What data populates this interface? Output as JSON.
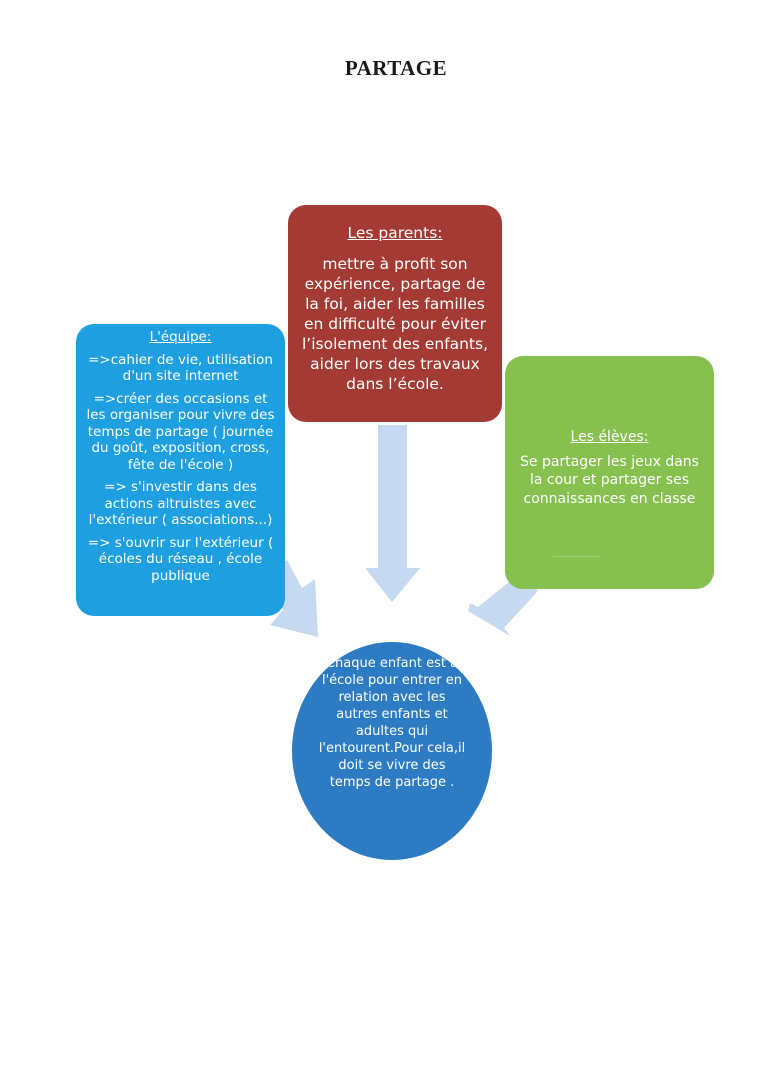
{
  "title": "PARTAGE",
  "colors": {
    "parents": "#a33a34",
    "equipe": "#1e9fe0",
    "eleves": "#86c04e",
    "center": "#2d7cc3",
    "arrow": "#c5d9f0"
  },
  "parents": {
    "heading": "Les parents:",
    "body": "mettre à profit son expérience, partage de la foi, aider les familles en difficulté pour éviter l’isolement des enfants, aider lors des travaux dans l’école."
  },
  "equipe": {
    "heading": "L'équipe:",
    "items": [
      "=>cahier de vie, utilisation d'un site internet",
      "=>créer des occasions et les organiser pour vivre des temps de partage ( journée du goût, exposition, cross, fête de l'école )",
      "=> s'investir dans des actions altruistes avec l'extérieur ( associations...)",
      "=> s'ouvrir sur l'extérieur ( écoles du réseau , école publique"
    ]
  },
  "eleves": {
    "heading": "Les élèves:",
    "body": "Se partager les jeux dans la cour et partager ses connaissances en classe"
  },
  "center": {
    "text": "Chaque enfant est à l'école pour entrer en relation avec les autres enfants et adultes qui l'entourent.Pour cela,il doit se vivre des temps de partage ."
  }
}
